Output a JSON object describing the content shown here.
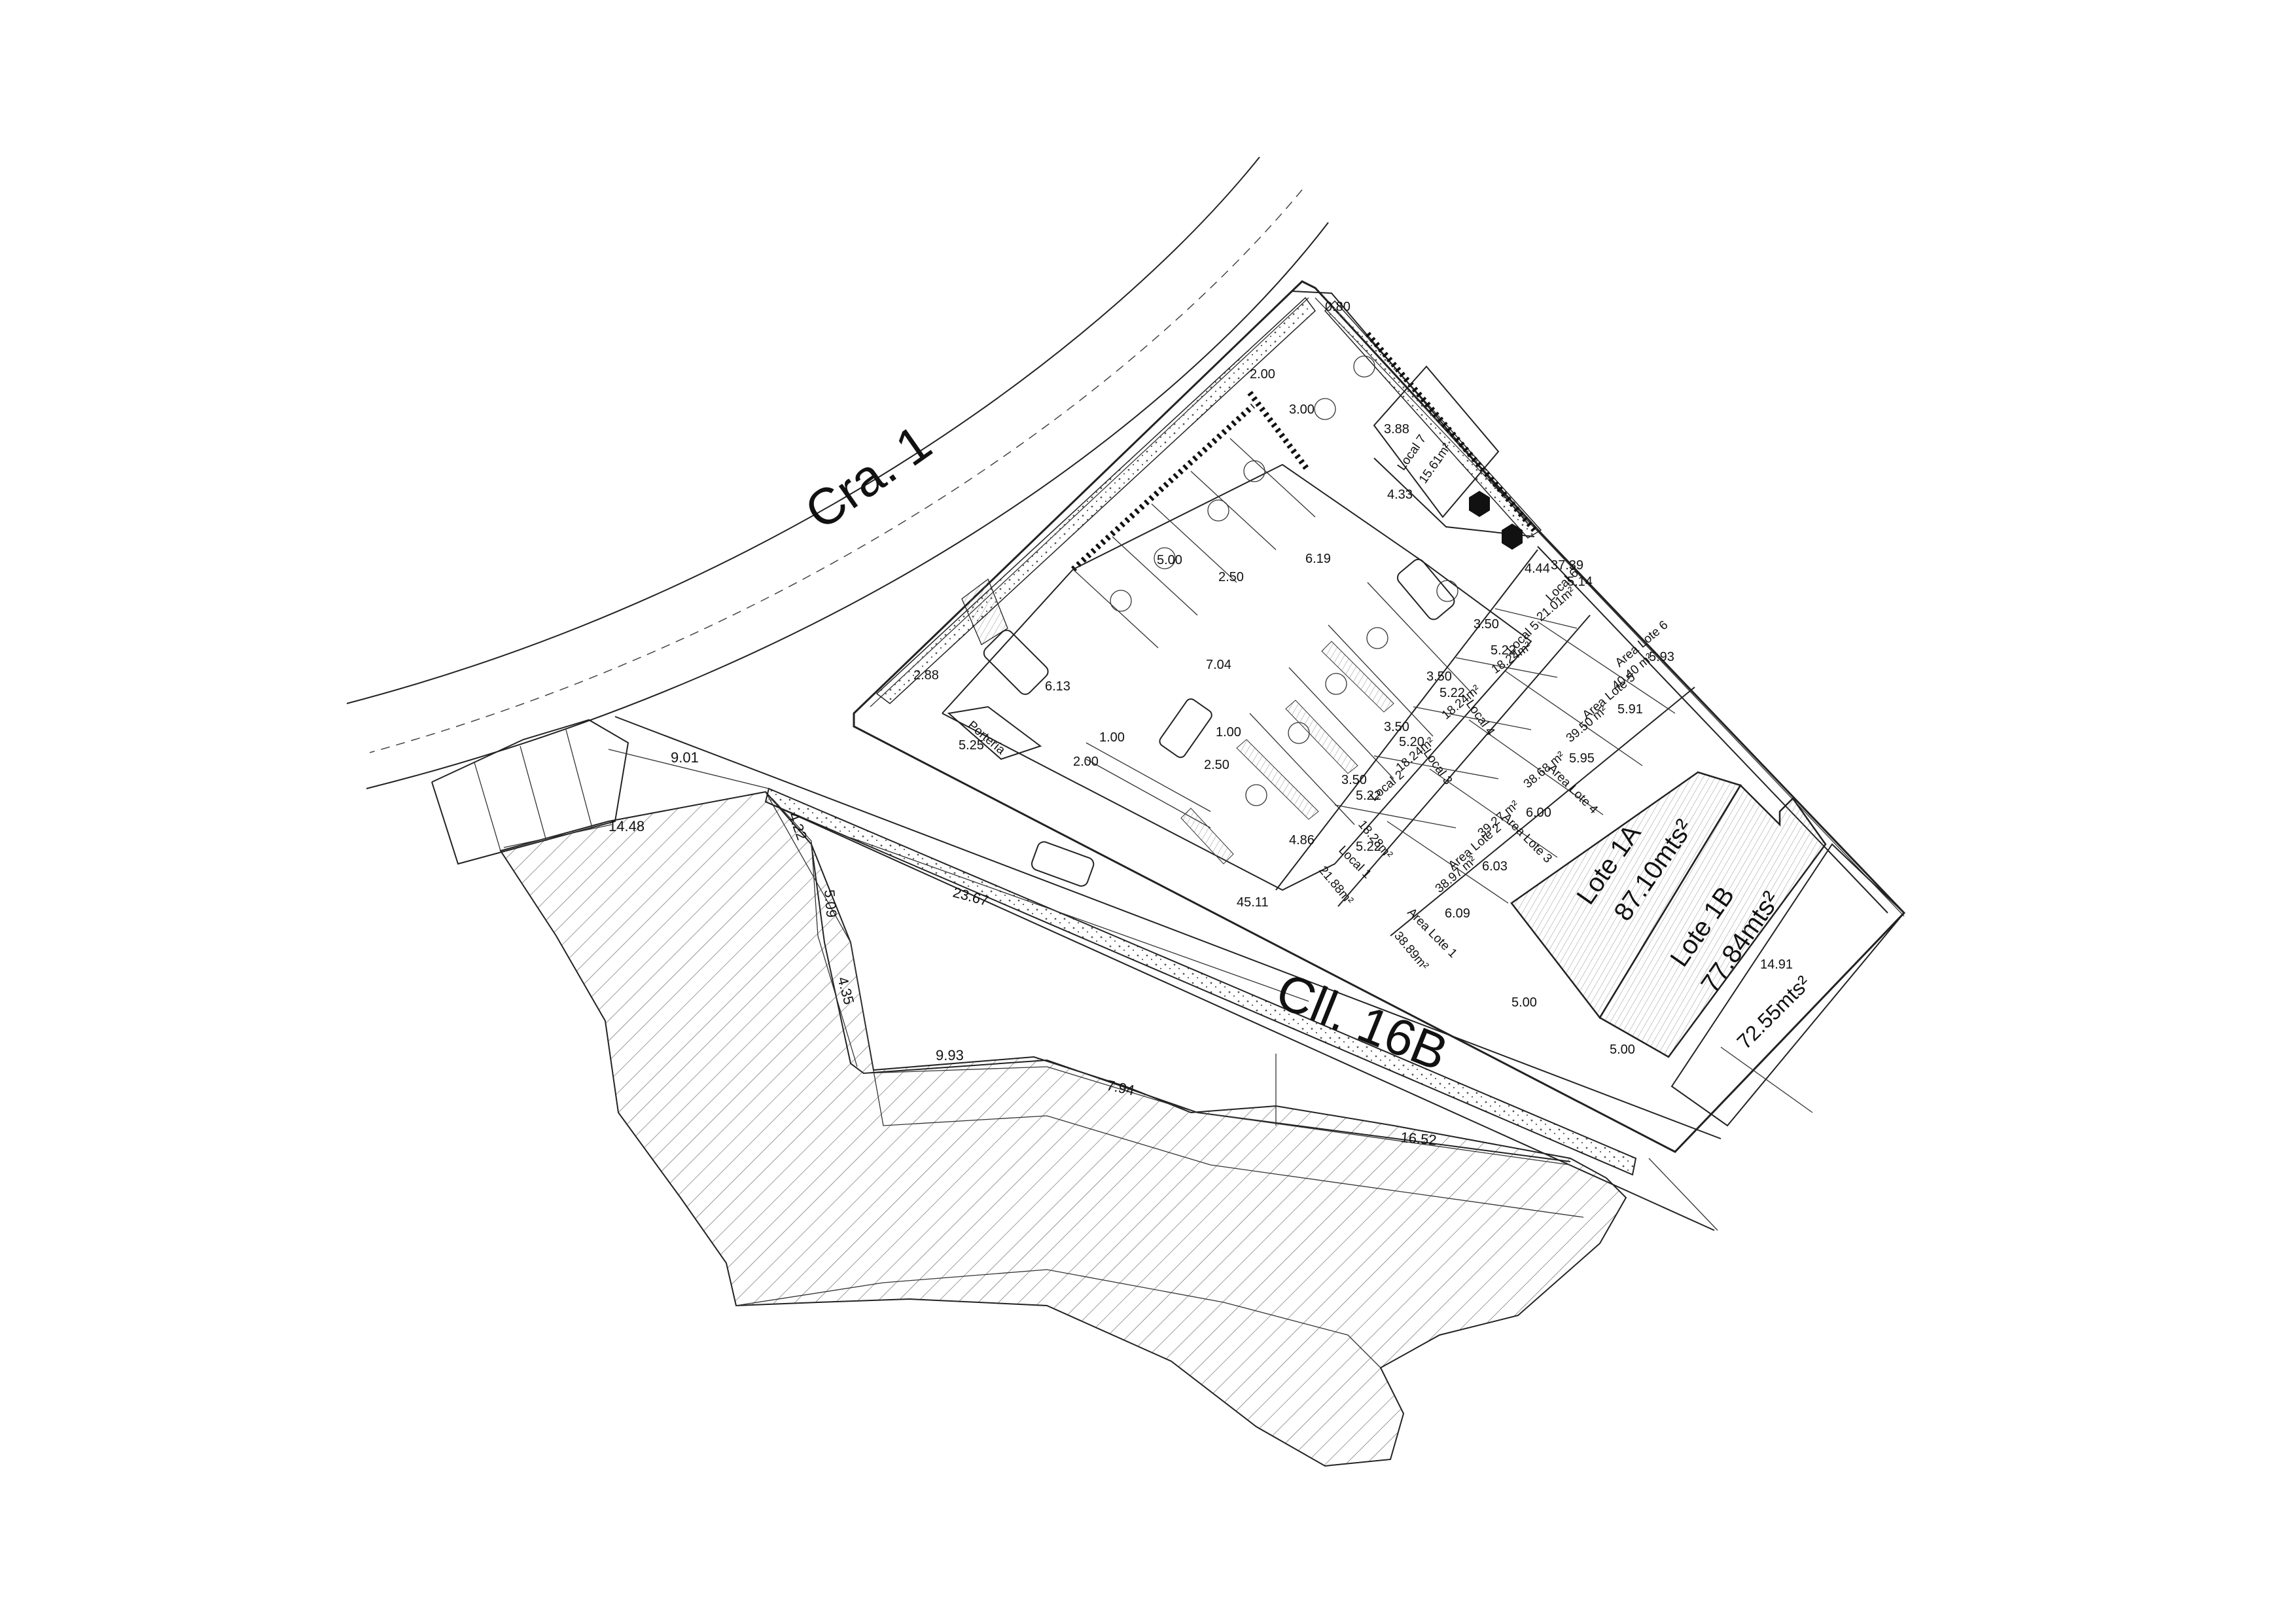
{
  "streets": {
    "carrera": "Cra. 1",
    "calle": "Cll. 16B"
  },
  "lotes": {
    "lote_1a": {
      "name": "Lote 1A",
      "area": "87.10mts²"
    },
    "lote_1b": {
      "name": "Lote 1B",
      "area": "77.84mts²"
    },
    "corner_area": "72.55mts²"
  },
  "porteria": "Portería",
  "locales": [
    {
      "name": "Local 7",
      "area": "15.61m²"
    },
    {
      "name": "Local 6",
      "area": "21.01m²"
    },
    {
      "name": "Local 5",
      "area": "18.24m²"
    },
    {
      "name": "Local 4",
      "area": "18.24m²"
    },
    {
      "name": "Local 3",
      "area": "18.24m²"
    },
    {
      "name": "Local 2",
      "area": "18.28m²"
    },
    {
      "name": "Local 1",
      "area": "21.88m²"
    }
  ],
  "areas_lote": [
    {
      "name": "Area Lote 6",
      "area": "40.40 m²"
    },
    {
      "name": "Area Lote 5",
      "area": "39.50 m²"
    },
    {
      "name": "Area Lote 4",
      "area": "38.68 m²"
    },
    {
      "name": "Area Lote  3",
      "area": "39.27 m²"
    },
    {
      "name": "Area Lote  2",
      "area": "38.97 m²"
    },
    {
      "name": "Area Lote  1",
      "area": "38.89m²"
    }
  ],
  "dimensions": {
    "d_9_01": "9.01",
    "d_14_48": "14.48",
    "d_4_22": "4.22",
    "d_5_09": "5.09",
    "d_4_35": "4.35",
    "d_23_67": "23.67",
    "d_9_93": "9.93",
    "d_7_94": "7.94",
    "d_16_52": "16.52",
    "d_45_11": "45.11",
    "d_37_39": "37.39",
    "d_14_91": "14.91",
    "d_5_00_a": "5.00",
    "d_5_00_b": "5.00",
    "d_0_80": "0.80",
    "d_2_00_a": "2.00",
    "d_3_00": "3.00",
    "d_3_88": "3.88",
    "d_4_33": "4.33",
    "d_6_19": "6.19",
    "d_5_00_c": "5.00",
    "d_2_50_a": "2.50",
    "d_6_13": "6.13",
    "d_7_04": "7.04",
    "d_2_88": "2.88",
    "d_5_25": "5.25",
    "d_1_00_a": "1.00",
    "d_2_00_b": "2.00",
    "d_1_00_b": "1.00",
    "d_2_50_b": "2.50",
    "d_4_44": "4.44",
    "d_5_14": "5.14",
    "d_3_50_a": "3.50",
    "d_5_22_a": "5.22",
    "d_3_50_b": "3.50",
    "d_5_22_b": "5.22",
    "d_3_50_c": "3.50",
    "d_5_20": "5.20",
    "d_3_50_d": "3.50",
    "d_5_22_c": "5.22",
    "d_4_86": "4.86",
    "d_5_22_d": "5.22",
    "d_5_93": "5.93",
    "d_5_91": "5.91",
    "d_5_95": "5.95",
    "d_6_00": "6.00",
    "d_6_03": "6.03",
    "d_6_09": "6.09"
  }
}
